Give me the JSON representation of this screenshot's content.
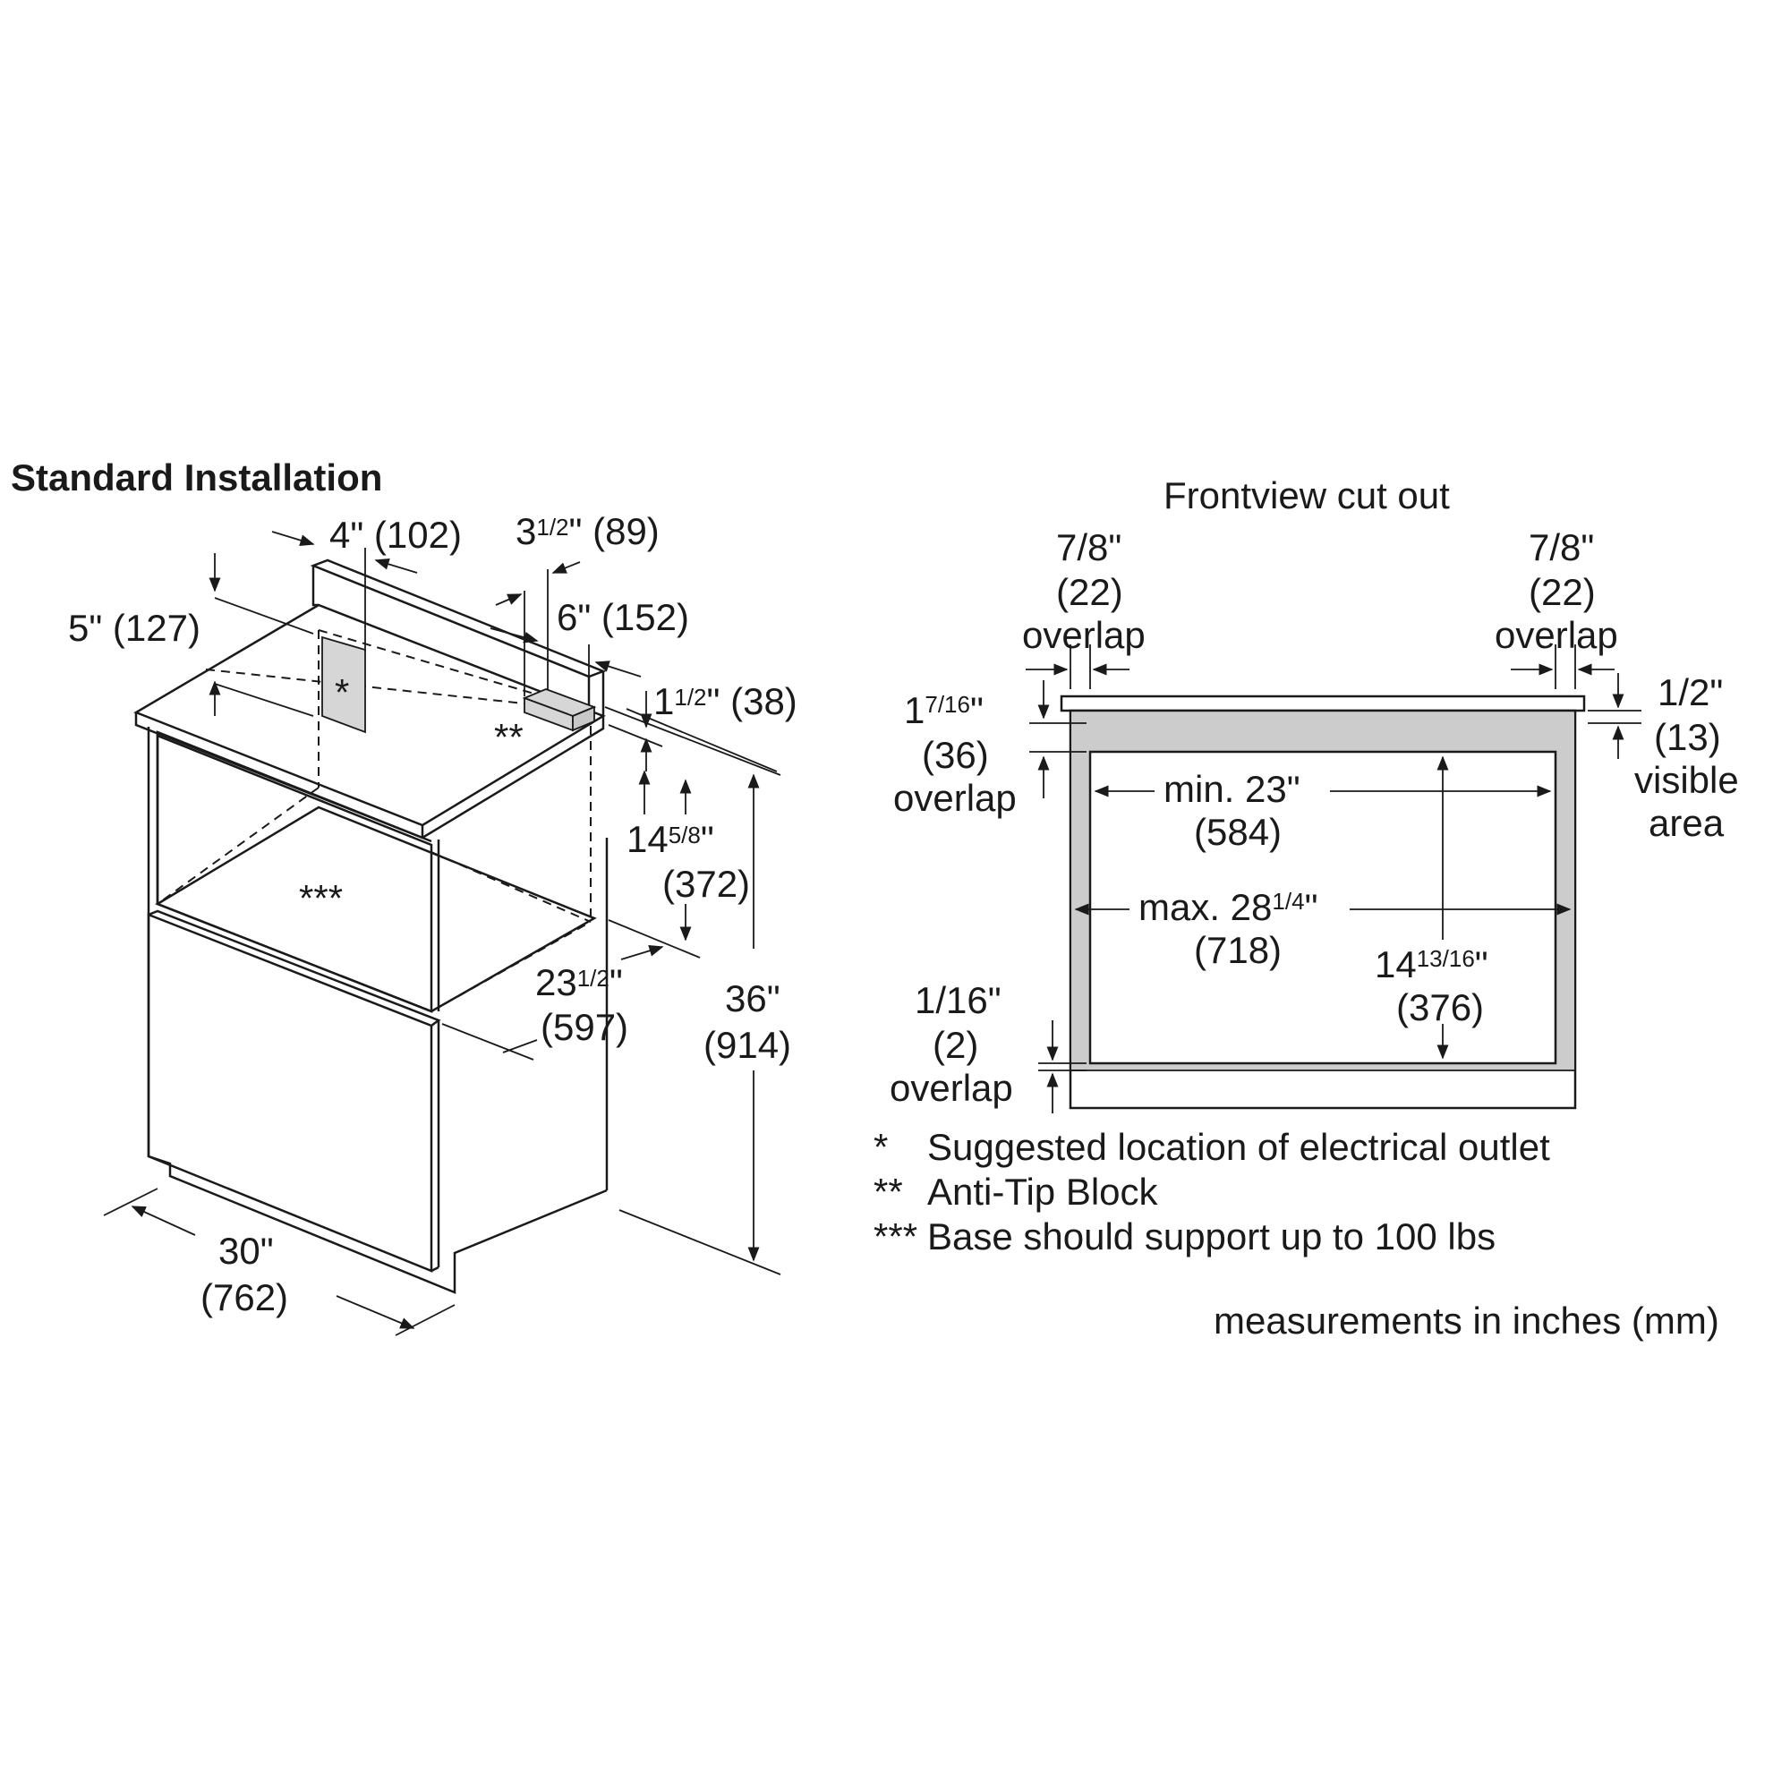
{
  "left": {
    "title": "Standard Installation",
    "dims": {
      "d4": "4\" (102)",
      "d3_5_a": "3",
      "d3_5_b": "1/2",
      "d3_5_c": "\" (89)",
      "d5": "5\" (127)",
      "d6": "6\" (152)",
      "d1_5_a": "1",
      "d1_5_b": "1/2",
      "d1_5_c": "\" (38)",
      "d14_a": "14",
      "d14_b": "5/8",
      "d14_c": "\"",
      "d14_mm": "(372)",
      "d23_a": "23",
      "d23_b": "1/2",
      "d23_c": "\"",
      "d23_mm": "(597)",
      "d36": "36\"",
      "d36_mm": "(914)",
      "d30": "30\"",
      "d30_mm": "(762)"
    },
    "marks": {
      "outlet": "*",
      "antitip": "**",
      "base": "***"
    }
  },
  "right": {
    "title": "Frontview cut out",
    "dims": {
      "tl_frac": "7/8\"",
      "tl_mm": "(22)",
      "tl_word": "overlap",
      "tr_frac": "7/8\"",
      "tr_mm": "(22)",
      "tr_word": "overlap",
      "l1_a": "1",
      "l1_b": "7/16",
      "l1_c": "\"",
      "l1_mm": "(36)",
      "l1_word": "overlap",
      "r_frac": "1/2\"",
      "r_mm": "(13)",
      "r_word1": "visible",
      "r_word2": "area",
      "min": "min. 23\"",
      "min_mm": "(584)",
      "max_a": "max. 28",
      "max_b": "1/4",
      "max_c": "\"",
      "max_mm": "(718)",
      "h_a": "14",
      "h_b": "13/16",
      "h_c": "\"",
      "h_mm": "(376)",
      "bl_frac": "1/16\"",
      "bl_mm": "(2)",
      "bl_word": "overlap"
    }
  },
  "legend": [
    {
      "mark": "*",
      "text": "Suggested location of electrical outlet"
    },
    {
      "mark": "**",
      "text": "Anti-Tip Block"
    },
    {
      "mark": "***",
      "text": "Base should support up to 100 lbs"
    }
  ],
  "footer": "measurements in inches (mm)"
}
